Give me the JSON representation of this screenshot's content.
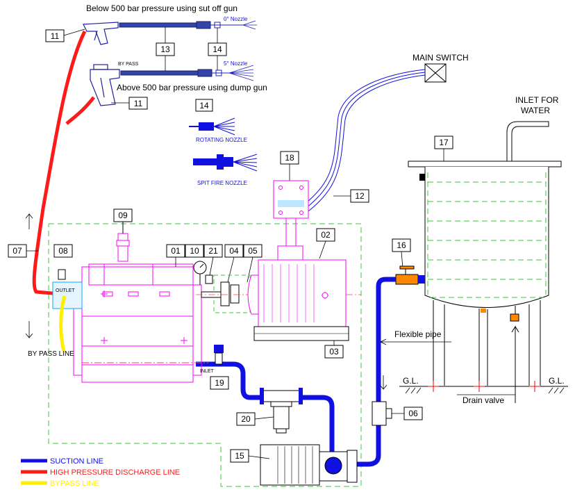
{
  "texts": {
    "top_title": "Below 500 bar pressure using sut off gun",
    "bottom_title": "Above 500 bar pressure using dump gun",
    "nozzle_0": "0° Nozzle",
    "nozzle_5": "5° Nozzle",
    "by_pass_gun": "BY PASS",
    "main_switch": "MAIN SWITCH",
    "inlet_water_1": "INLET FOR",
    "inlet_water_2": "WATER",
    "rotating_nozzle": "ROTATING NOZZLE",
    "spit_fire_nozzle": "SPIT FIRE NOZZLE",
    "outlet": "OUTLET",
    "inlet": "INLET",
    "by_pass_line": "BY PASS LINE",
    "flexible_pipe": "Flexible pipe",
    "gl_left": "G.L.",
    "gl_right": "G.L.",
    "drain_valve": "Drain valve"
  },
  "tags": {
    "t11a": "11",
    "t11b": "11",
    "t13": "13",
    "t14a": "14",
    "t14b": "14",
    "t17": "17",
    "t18": "18",
    "t12": "12",
    "t09": "09",
    "t08": "08",
    "t01": "01",
    "t10": "10",
    "t21": "21",
    "t04": "04",
    "t05": "05",
    "t02": "02",
    "t03": "03",
    "t07": "07",
    "t16": "16",
    "t19": "19",
    "t20": "20",
    "t06": "06",
    "t15": "15"
  },
  "legend": [
    {
      "label": "SUCTION LINE",
      "color": "#1010e0"
    },
    {
      "label": "HIGH PRESSURE DISCHARGE LINE",
      "color": "#ff1a1a"
    },
    {
      "label": "BYPASS LINE",
      "color": "#ffee00"
    }
  ],
  "colors": {
    "suction": "#1010e0",
    "discharge": "#ff1a1a",
    "bypass": "#ffee00",
    "pump": "#ff00ff",
    "frame": "#33cc33"
  }
}
